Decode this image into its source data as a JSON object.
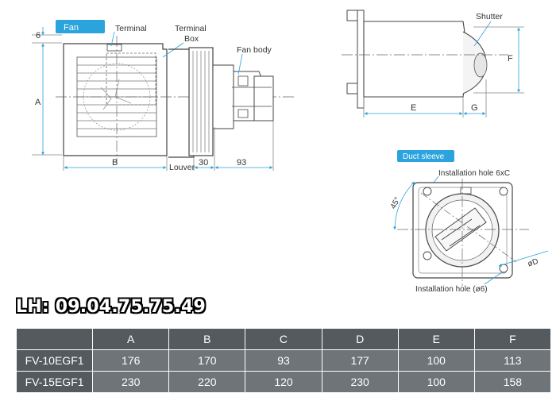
{
  "labels": {
    "fan_tab": "Fan",
    "terminal": "Terminal",
    "terminal_box_line1": "Terminal",
    "terminal_box_line2": "Box",
    "fan_body": "Fan body",
    "louver": "Louver",
    "shutter": "Shutter",
    "duct_sleeve_tab": "Duct sleeve",
    "install_hole_6xc": "Installation hole 6xC",
    "install_hole_o6": "Installation hole (ø6)",
    "angle": "45°",
    "dia": "øD"
  },
  "dims": {
    "six": "6",
    "A": "A",
    "B": "B",
    "thirty": "30",
    "ninety_three": "93",
    "E": "E",
    "F": "F",
    "G": "G"
  },
  "contact": "LH: 09.04.75.75.49",
  "table": {
    "headers": [
      "",
      "A",
      "B",
      "C",
      "D",
      "E",
      "F"
    ],
    "rows": [
      {
        "model": "FV-10EGF1",
        "values": [
          "176",
          "170",
          "93",
          "177",
          "100",
          "113"
        ]
      },
      {
        "model": "FV-15EGF1",
        "values": [
          "230",
          "220",
          "120",
          "230",
          "100",
          "158"
        ]
      }
    ]
  },
  "colors": {
    "accent": "#2ba3dc",
    "line": "#555555",
    "table_header": "#545a5e",
    "table_cell": "#6e7478"
  }
}
